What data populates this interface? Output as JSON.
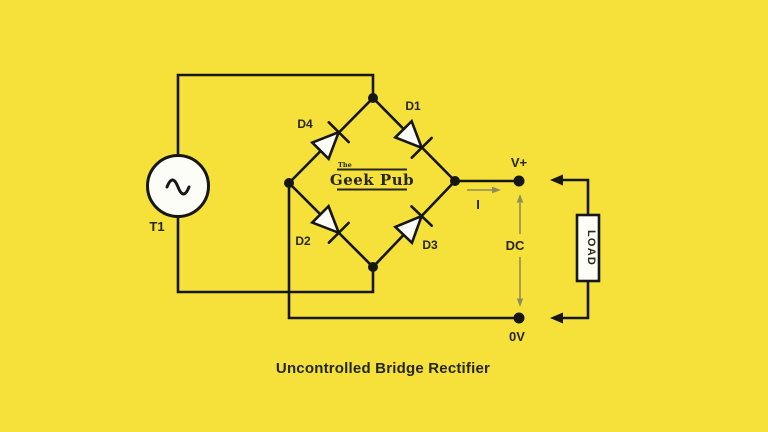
{
  "diagram": {
    "caption": "Uncontrolled Bridge Rectifier",
    "colors": {
      "bg": "#F5E13A",
      "line": "#161612",
      "fill": "#FDFDF8",
      "text": "#26261A",
      "annotation": "#8F8C58"
    },
    "source": {
      "label": "T1"
    },
    "diodes": {
      "d1": {
        "label": "D1"
      },
      "d2": {
        "label": "D2"
      },
      "d3": {
        "label": "D3"
      },
      "d4": {
        "label": "D4"
      }
    },
    "terminals": {
      "positive": {
        "label": "V+"
      },
      "negative": {
        "label": "0V"
      }
    },
    "annotations": {
      "current": {
        "label": "I"
      },
      "dc_span": {
        "label": "DC"
      }
    },
    "load": {
      "label": "LOAD"
    },
    "logo": {
      "prefix": "The",
      "name": "Geek Pub"
    }
  }
}
